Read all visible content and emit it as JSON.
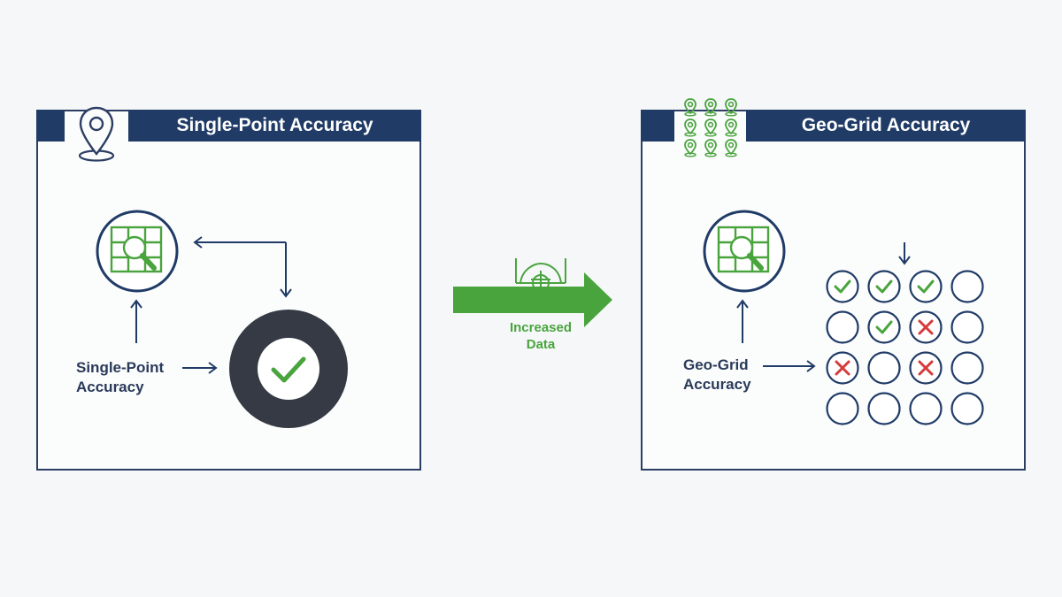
{
  "left_panel": {
    "title": "Single-Point Accuracy",
    "label_line1": "Single-Point",
    "label_line2": "Accuracy"
  },
  "right_panel": {
    "title": "Geo-Grid Accuracy",
    "label_line1": "Geo-Grid",
    "label_line2": "Accuracy",
    "grid": [
      [
        "check",
        "check",
        "check",
        "empty"
      ],
      [
        "empty",
        "check",
        "cross",
        "empty"
      ],
      [
        "cross",
        "empty",
        "cross",
        "empty"
      ],
      [
        "empty",
        "empty",
        "empty",
        "empty"
      ]
    ]
  },
  "middle": {
    "label_line1": "Increased",
    "label_line2": "Data"
  },
  "colors": {
    "navy": "#1f3b66",
    "green": "#4aa43e",
    "red": "#d63a3a",
    "dark_ring": "#353a44"
  }
}
